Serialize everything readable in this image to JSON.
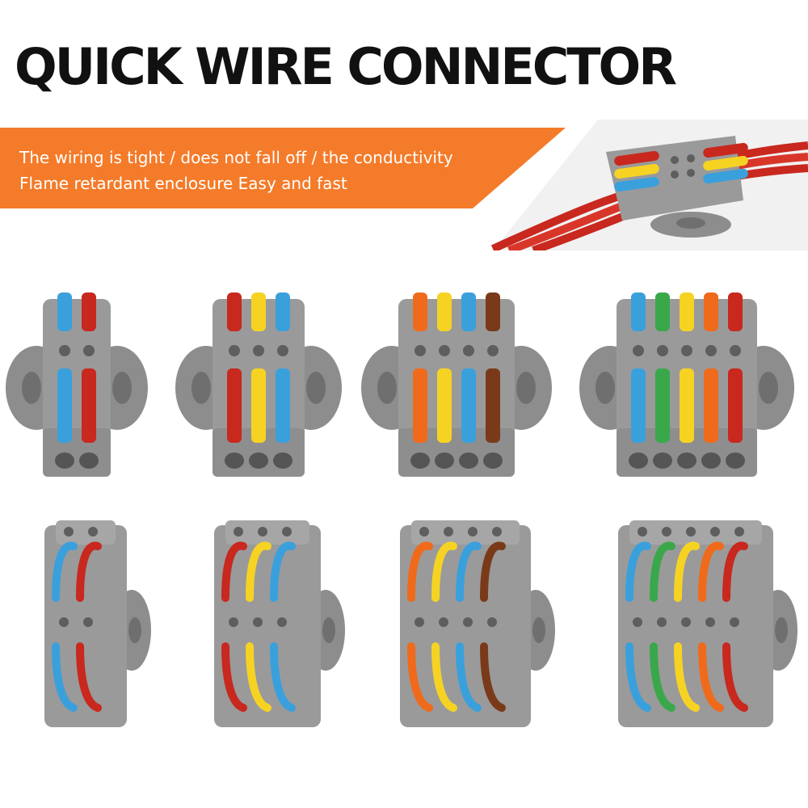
{
  "title": "QUICK WIRE CONNECTOR",
  "banner": {
    "line1": "The wiring is tight / does not fall off / the conductivity",
    "line2": "Flame retardant enclosure Easy and fast",
    "color": "#f47b2a"
  },
  "colors": {
    "body": "#9a9a9b",
    "blue": "#3aa0dc",
    "red": "#c8281e",
    "yellow": "#f6d323",
    "orange": "#f06a1c",
    "brown": "#7a3a1a",
    "green": "#3aa84a"
  },
  "connectors": [
    {
      "name": "connector-2-way",
      "levers": [
        "blue",
        "red"
      ]
    },
    {
      "name": "connector-3-way",
      "levers": [
        "red",
        "yellow",
        "blue"
      ]
    },
    {
      "name": "connector-4-way",
      "levers": [
        "orange",
        "yellow",
        "blue",
        "brown"
      ]
    },
    {
      "name": "connector-5-way",
      "levers": [
        "blue",
        "green",
        "yellow",
        "orange",
        "red"
      ]
    }
  ]
}
